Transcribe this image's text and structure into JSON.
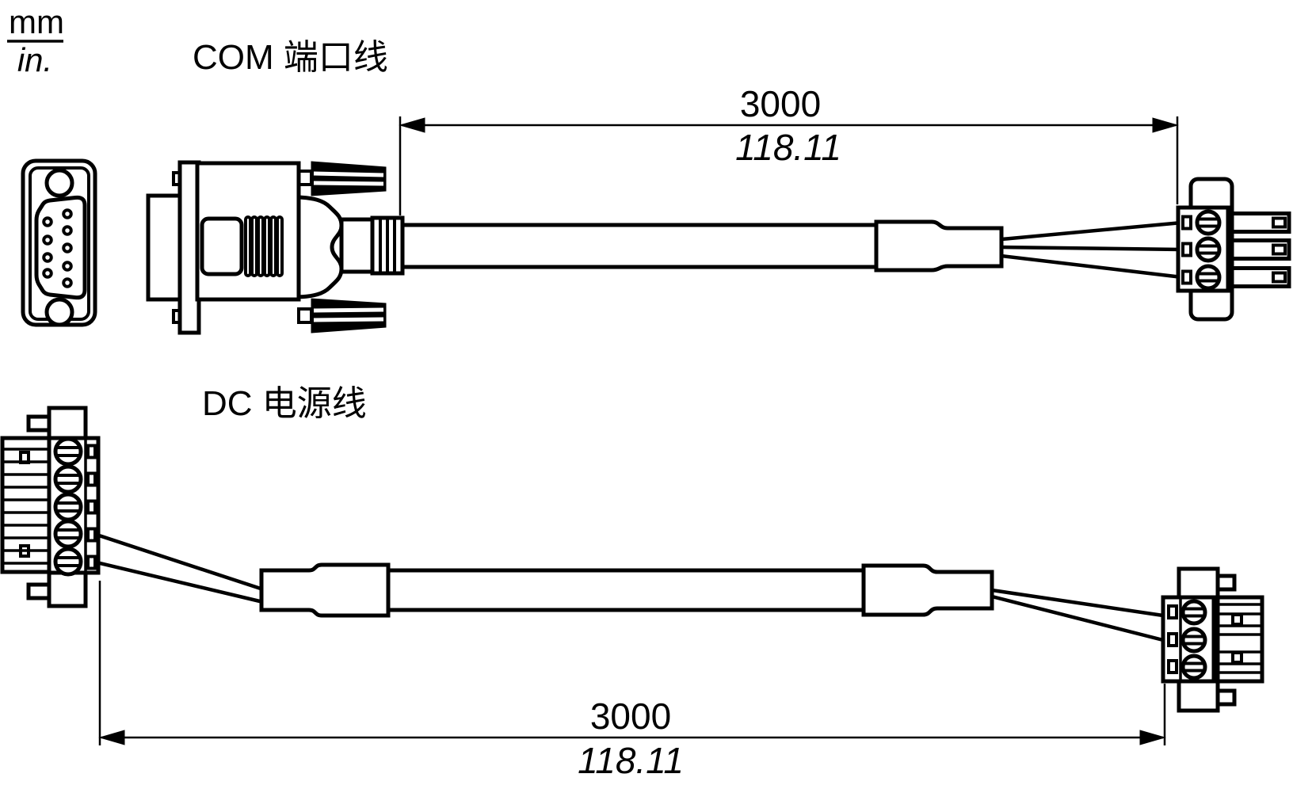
{
  "units_legend": {
    "numerator": "mm",
    "denominator": "in."
  },
  "com_cable": {
    "title": "COM 端口线",
    "length_dimension": {
      "mm": "3000",
      "inches": "118.11"
    }
  },
  "dc_cable": {
    "title": "DC 电源线",
    "length_dimension": {
      "mm": "3000",
      "inches": "118.11"
    }
  }
}
